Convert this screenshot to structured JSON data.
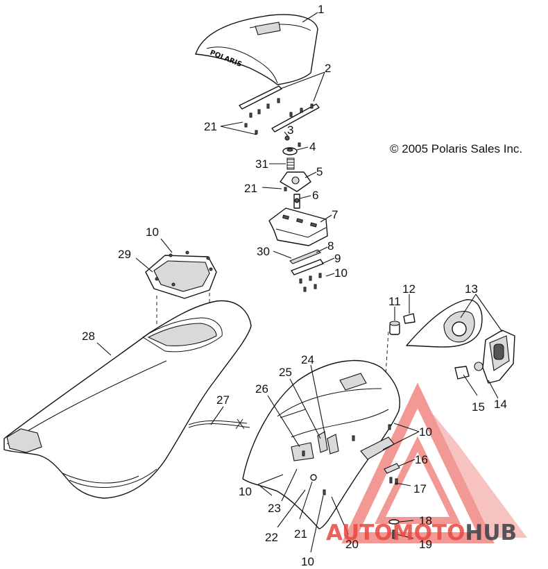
{
  "copyright": "© 2005 Polaris Sales Inc.",
  "seat_logo_text": "POLARIS",
  "watermark": {
    "prefix": "AUTO",
    "middle": "MOTO",
    "suffix": "HUB",
    "accent_color": "#e8473f",
    "dark_color": "#3a3f47"
  },
  "callouts": [
    "1",
    "2",
    "21",
    "3",
    "4",
    "31",
    "5",
    "21",
    "6",
    "7",
    "10",
    "29",
    "30",
    "8",
    "9",
    "10",
    "11",
    "12",
    "13",
    "28",
    "24",
    "25",
    "26",
    "27",
    "15",
    "14",
    "10",
    "16",
    "10",
    "17",
    "23",
    "21",
    "22",
    "18",
    "20",
    "19",
    "10"
  ]
}
